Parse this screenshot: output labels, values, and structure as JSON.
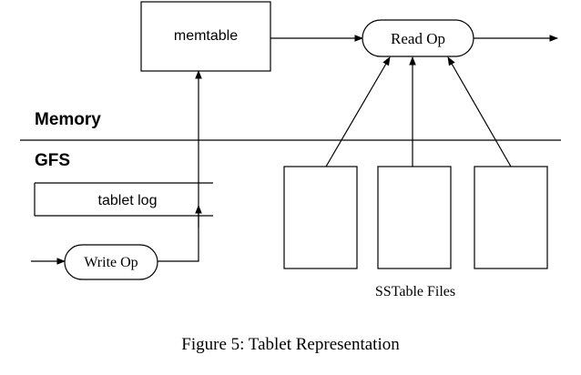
{
  "figure": {
    "memtable_label": "memtable",
    "read_op_label": "Read Op",
    "write_op_label": "Write Op",
    "tablet_log_label": "tablet log",
    "memory_label": "Memory",
    "gfs_label": "GFS",
    "sstable_files_label": "SSTable Files",
    "caption": "Figure 5: Tablet Representation"
  }
}
